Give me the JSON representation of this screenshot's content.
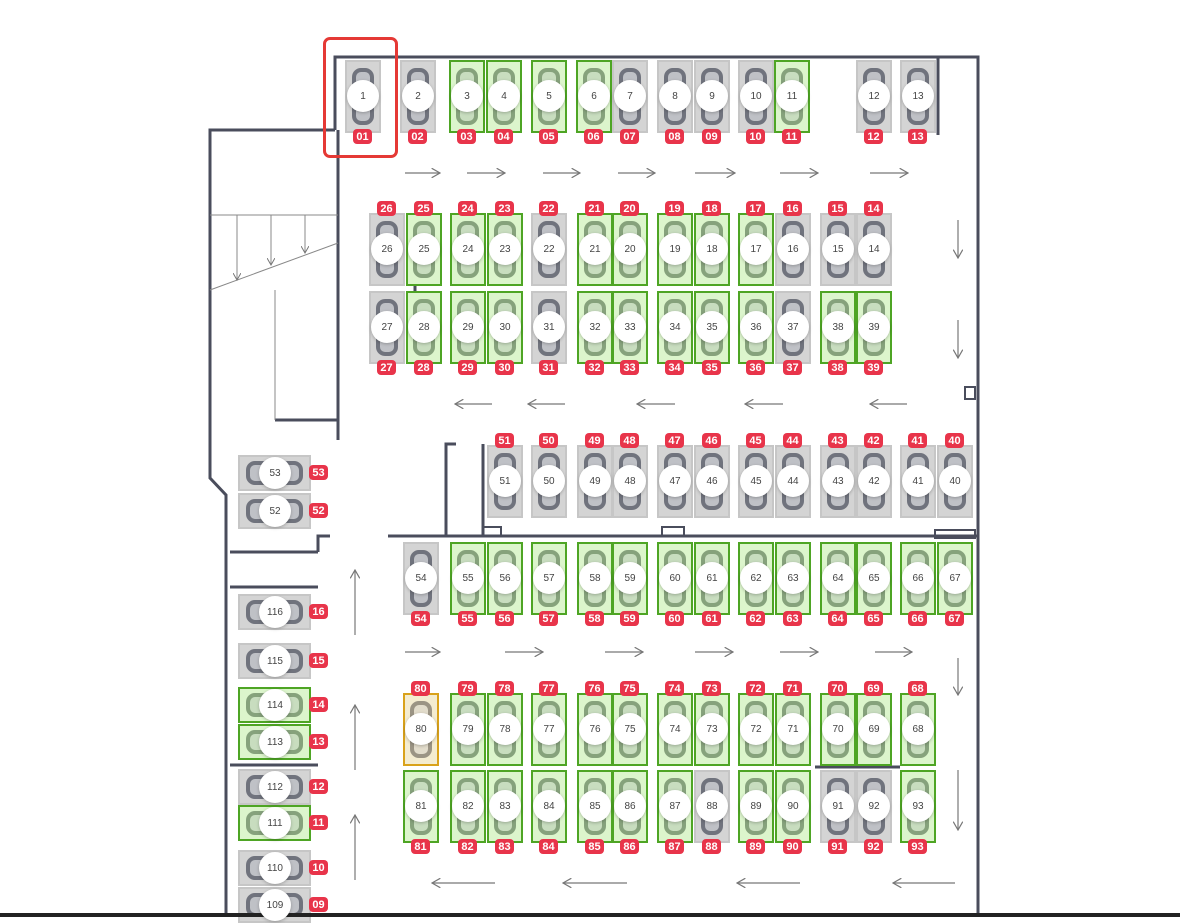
{
  "selected_spot": "1",
  "colors": {
    "free": "#4ea524",
    "occupied": "#c6c6c6",
    "selected": "#d9a21b",
    "badge": "#e8344a",
    "highlight": "#e53935"
  },
  "spots": [
    {
      "num": "1",
      "badge": "01",
      "status": "occupied"
    },
    {
      "num": "2",
      "badge": "02",
      "status": "occupied"
    },
    {
      "num": "3",
      "badge": "03",
      "status": "free"
    },
    {
      "num": "4",
      "badge": "04",
      "status": "free"
    },
    {
      "num": "5",
      "badge": "05",
      "status": "free"
    },
    {
      "num": "6",
      "badge": "06",
      "status": "free"
    },
    {
      "num": "7",
      "badge": "07",
      "status": "occupied"
    },
    {
      "num": "8",
      "badge": "08",
      "status": "occupied"
    },
    {
      "num": "9",
      "badge": "09",
      "status": "occupied"
    },
    {
      "num": "10",
      "badge": "10",
      "status": "occupied"
    },
    {
      "num": "11",
      "badge": "11",
      "status": "free"
    },
    {
      "num": "12",
      "badge": "12",
      "status": "occupied"
    },
    {
      "num": "13",
      "badge": "13",
      "status": "occupied"
    },
    {
      "num": "14",
      "badge": "14",
      "status": "occupied"
    },
    {
      "num": "15",
      "badge": "15",
      "status": "occupied"
    },
    {
      "num": "16",
      "badge": "16",
      "status": "occupied"
    },
    {
      "num": "17",
      "badge": "17",
      "status": "free"
    },
    {
      "num": "18",
      "badge": "18",
      "status": "free"
    },
    {
      "num": "19",
      "badge": "19",
      "status": "free"
    },
    {
      "num": "20",
      "badge": "20",
      "status": "free"
    },
    {
      "num": "21",
      "badge": "21",
      "status": "free"
    },
    {
      "num": "22",
      "badge": "22",
      "status": "occupied"
    },
    {
      "num": "23",
      "badge": "23",
      "status": "free"
    },
    {
      "num": "24",
      "badge": "24",
      "status": "free"
    },
    {
      "num": "25",
      "badge": "25",
      "status": "free"
    },
    {
      "num": "26",
      "badge": "26",
      "status": "occupied"
    },
    {
      "num": "27",
      "badge": "27",
      "status": "occupied"
    },
    {
      "num": "28",
      "badge": "28",
      "status": "free"
    },
    {
      "num": "29",
      "badge": "29",
      "status": "free"
    },
    {
      "num": "30",
      "badge": "30",
      "status": "free"
    },
    {
      "num": "31",
      "badge": "31",
      "status": "occupied"
    },
    {
      "num": "32",
      "badge": "32",
      "status": "free"
    },
    {
      "num": "33",
      "badge": "33",
      "status": "free"
    },
    {
      "num": "34",
      "badge": "34",
      "status": "free"
    },
    {
      "num": "35",
      "badge": "35",
      "status": "free"
    },
    {
      "num": "36",
      "badge": "36",
      "status": "free"
    },
    {
      "num": "37",
      "badge": "37",
      "status": "occupied"
    },
    {
      "num": "38",
      "badge": "38",
      "status": "free"
    },
    {
      "num": "39",
      "badge": "39",
      "status": "free"
    },
    {
      "num": "40",
      "badge": "40",
      "status": "occupied"
    },
    {
      "num": "41",
      "badge": "41",
      "status": "occupied"
    },
    {
      "num": "42",
      "badge": "42",
      "status": "occupied"
    },
    {
      "num": "43",
      "badge": "43",
      "status": "occupied"
    },
    {
      "num": "44",
      "badge": "44",
      "status": "occupied"
    },
    {
      "num": "45",
      "badge": "45",
      "status": "occupied"
    },
    {
      "num": "46",
      "badge": "46",
      "status": "occupied"
    },
    {
      "num": "47",
      "badge": "47",
      "status": "occupied"
    },
    {
      "num": "48",
      "badge": "48",
      "status": "occupied"
    },
    {
      "num": "49",
      "badge": "49",
      "status": "occupied"
    },
    {
      "num": "50",
      "badge": "50",
      "status": "occupied"
    },
    {
      "num": "51",
      "badge": "51",
      "status": "occupied"
    },
    {
      "num": "52",
      "badge": "52",
      "status": "occupied"
    },
    {
      "num": "53",
      "badge": "53",
      "status": "occupied"
    },
    {
      "num": "54",
      "badge": "54",
      "status": "occupied"
    },
    {
      "num": "55",
      "badge": "55",
      "status": "free"
    },
    {
      "num": "56",
      "badge": "56",
      "status": "free"
    },
    {
      "num": "57",
      "badge": "57",
      "status": "free"
    },
    {
      "num": "58",
      "badge": "58",
      "status": "free"
    },
    {
      "num": "59",
      "badge": "59",
      "status": "free"
    },
    {
      "num": "60",
      "badge": "60",
      "status": "free"
    },
    {
      "num": "61",
      "badge": "61",
      "status": "free"
    },
    {
      "num": "62",
      "badge": "62",
      "status": "free"
    },
    {
      "num": "63",
      "badge": "63",
      "status": "free"
    },
    {
      "num": "64",
      "badge": "64",
      "status": "free"
    },
    {
      "num": "65",
      "badge": "65",
      "status": "free"
    },
    {
      "num": "66",
      "badge": "66",
      "status": "free"
    },
    {
      "num": "67",
      "badge": "67",
      "status": "free"
    },
    {
      "num": "68",
      "badge": "68",
      "status": "free"
    },
    {
      "num": "69",
      "badge": "69",
      "status": "free"
    },
    {
      "num": "70",
      "badge": "70",
      "status": "free"
    },
    {
      "num": "71",
      "badge": "71",
      "status": "free"
    },
    {
      "num": "72",
      "badge": "72",
      "status": "free"
    },
    {
      "num": "73",
      "badge": "73",
      "status": "free"
    },
    {
      "num": "74",
      "badge": "74",
      "status": "free"
    },
    {
      "num": "75",
      "badge": "75",
      "status": "free"
    },
    {
      "num": "76",
      "badge": "76",
      "status": "free"
    },
    {
      "num": "77",
      "badge": "77",
      "status": "free"
    },
    {
      "num": "78",
      "badge": "78",
      "status": "free"
    },
    {
      "num": "79",
      "badge": "79",
      "status": "free"
    },
    {
      "num": "80",
      "badge": "80",
      "status": "selected"
    },
    {
      "num": "81",
      "badge": "81",
      "status": "free"
    },
    {
      "num": "82",
      "badge": "82",
      "status": "free"
    },
    {
      "num": "83",
      "badge": "83",
      "status": "free"
    },
    {
      "num": "84",
      "badge": "84",
      "status": "free"
    },
    {
      "num": "85",
      "badge": "85",
      "status": "free"
    },
    {
      "num": "86",
      "badge": "86",
      "status": "free"
    },
    {
      "num": "87",
      "badge": "87",
      "status": "free"
    },
    {
      "num": "88",
      "badge": "88",
      "status": "occupied"
    },
    {
      "num": "89",
      "badge": "89",
      "status": "free"
    },
    {
      "num": "90",
      "badge": "90",
      "status": "free"
    },
    {
      "num": "91",
      "badge": "91",
      "status": "occupied"
    },
    {
      "num": "92",
      "badge": "92",
      "status": "occupied"
    },
    {
      "num": "93",
      "badge": "93",
      "status": "free"
    },
    {
      "num": "116",
      "badge": "16",
      "status": "occupied"
    },
    {
      "num": "115",
      "badge": "15",
      "status": "occupied"
    },
    {
      "num": "114",
      "badge": "14",
      "status": "free"
    },
    {
      "num": "113",
      "badge": "13",
      "status": "free"
    },
    {
      "num": "112",
      "badge": "12",
      "status": "occupied"
    },
    {
      "num": "111",
      "badge": "11",
      "status": "free"
    },
    {
      "num": "110",
      "badge": "10",
      "status": "occupied"
    },
    {
      "num": "109",
      "badge": "09",
      "status": "occupied"
    }
  ]
}
